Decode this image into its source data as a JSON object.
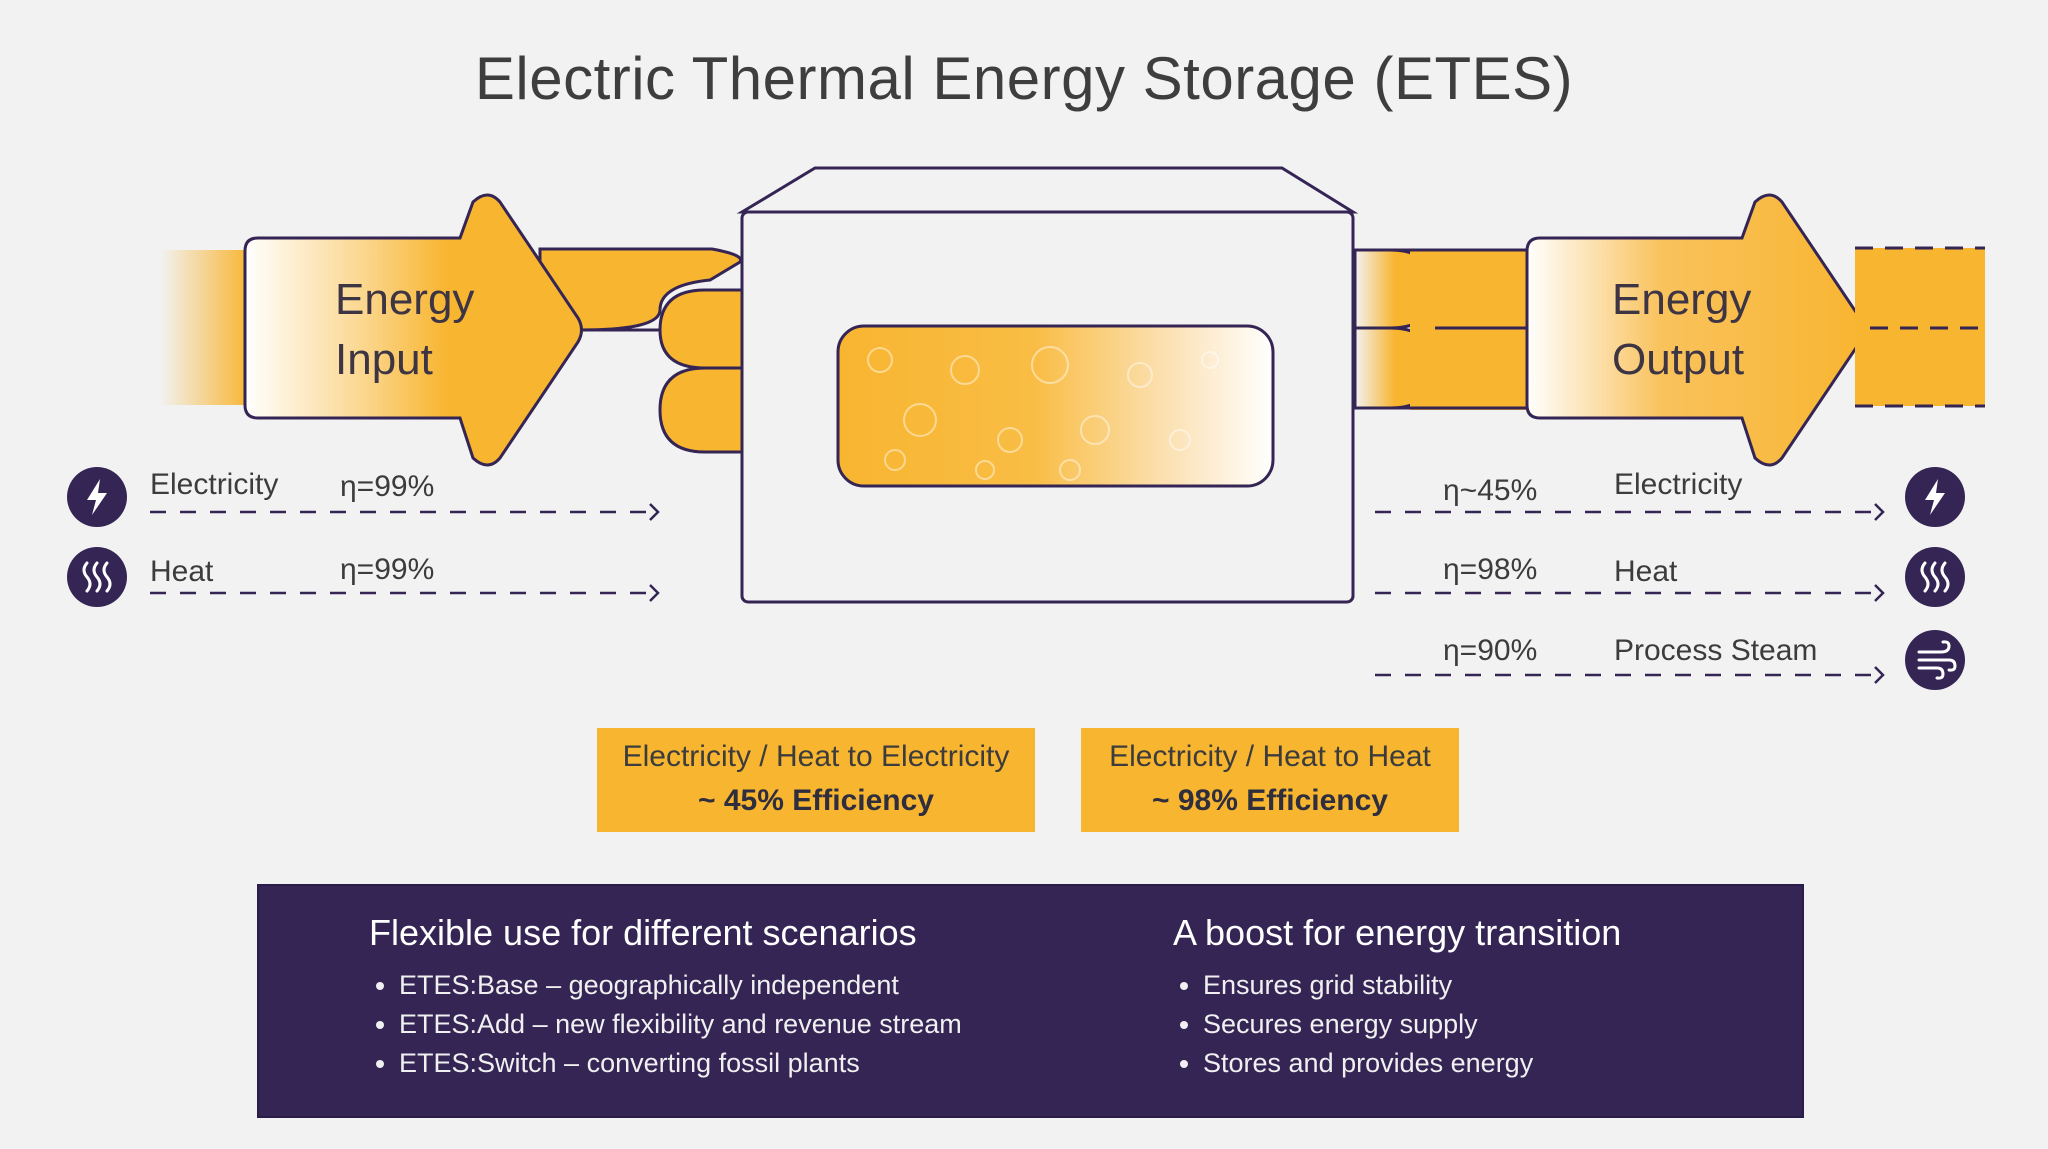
{
  "title": "Electric Thermal Energy Storage (ETES)",
  "colors": {
    "accent": "#f8b530",
    "dark": "#342555",
    "background": "#f2f2f2"
  },
  "input_arrow": {
    "line1": "Energy",
    "line2": "Input"
  },
  "output_arrow": {
    "line1": "Energy",
    "line2": "Output"
  },
  "inputs": [
    {
      "label": "Electricity",
      "efficiency": "η=99%",
      "icon": "lightning-icon"
    },
    {
      "label": "Heat",
      "efficiency": "η=99%",
      "icon": "heat-waves-icon"
    }
  ],
  "outputs": [
    {
      "label": "Electricity",
      "efficiency": "η~45%",
      "icon": "lightning-icon"
    },
    {
      "label": "Heat",
      "efficiency": "η=98%",
      "icon": "heat-waves-icon"
    },
    {
      "label": "Process Steam",
      "efficiency": "η=90%",
      "icon": "steam-wind-icon"
    }
  ],
  "efficiency_boxes": [
    {
      "line1": "Electricity / Heat to Electricity",
      "line2": "~ 45% Efficiency"
    },
    {
      "line1": "Electricity / Heat to Heat",
      "line2": "~ 98% Efficiency"
    }
  ],
  "info": {
    "left": {
      "title": "Flexible use for different scenarios",
      "items": [
        "ETES:Base – geographically independent",
        "ETES:Add – new flexibility and revenue stream",
        "ETES:Switch  – converting fossil plants"
      ]
    },
    "right": {
      "title": "A boost for energy transition",
      "items": [
        "Ensures grid stability",
        "Secures energy supply",
        "Stores and provides energy"
      ]
    }
  }
}
